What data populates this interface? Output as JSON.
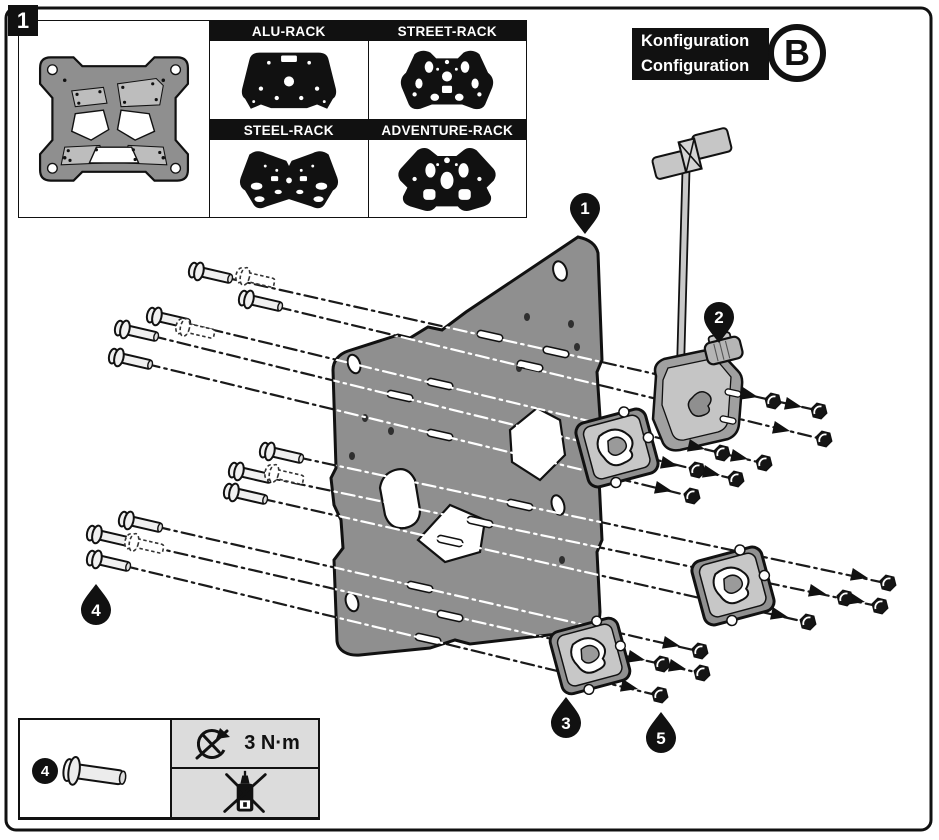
{
  "step_number": "1",
  "racks": [
    {
      "label": "ALU-RACK"
    },
    {
      "label": "STREET-RACK"
    },
    {
      "label": "STEEL-RACK"
    },
    {
      "label": "ADVENTURE-RACK"
    }
  ],
  "configuration": {
    "line1": "Konfiguration",
    "line2": "Configuration",
    "letter": "B"
  },
  "callouts": {
    "plate": "1",
    "lock": "2",
    "adapter": "3",
    "screw": "4",
    "nut": "5"
  },
  "legend": {
    "item_number": "4",
    "torque": "3 N·m"
  },
  "icons": [
    "alu-rack-silhouette-icon",
    "street-rack-silhouette-icon",
    "steel-rack-silhouette-icon",
    "adventure-rack-silhouette-icon",
    "crossed-ratchet-icon",
    "no-threadlocker-icon",
    "quick-release-tag-icon"
  ],
  "colors": {
    "outline": "#111111",
    "plate_gray": "#8f8f8f",
    "part_body_gray": "#a0a0a0",
    "part_face_gray": "#c6c6c6",
    "legend_bg": "#dcdcdc",
    "header_bg": "#111111",
    "text_on_dark": "#ffffff"
  }
}
